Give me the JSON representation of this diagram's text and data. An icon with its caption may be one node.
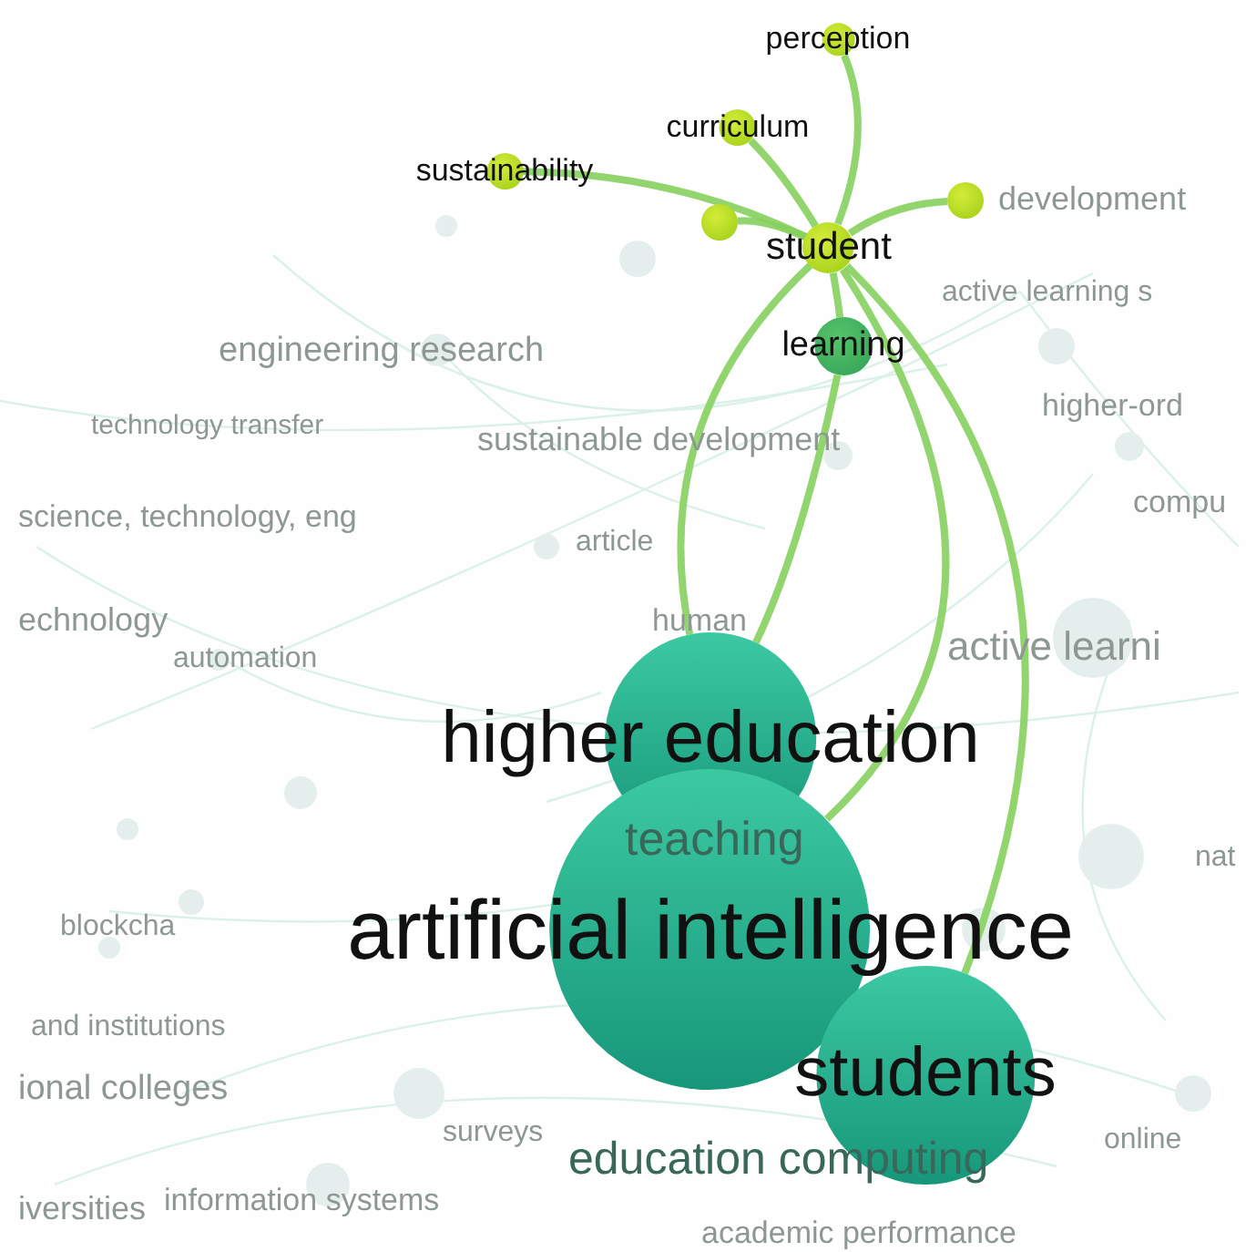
{
  "diagram": {
    "nodes": [
      {
        "text": [
          "perception"
        ]
      },
      {
        "text": [
          "curriculum"
        ]
      },
      {
        "text": [
          "sustainability"
        ]
      },
      {
        "text": [],
        "shape": "circle"
      },
      {
        "text": [
          "student"
        ]
      },
      {
        "text": [],
        "shape": "circle"
      },
      {
        "text": [
          "learning"
        ]
      },
      {
        "text": [
          "higher education"
        ]
      },
      {
        "text": [
          "artificial intelligence"
        ]
      },
      {
        "text": [
          "students"
        ]
      }
    ],
    "edges": [
      {
        "from": 4,
        "to": 0,
        "arrow": "none"
      },
      {
        "from": 4,
        "to": 1,
        "arrow": "none"
      },
      {
        "from": 4,
        "to": 2,
        "arrow": "none"
      },
      {
        "from": 4,
        "to": 3,
        "arrow": "none"
      },
      {
        "from": 4,
        "to": 5,
        "arrow": "none"
      },
      {
        "from": 4,
        "to": 6,
        "arrow": "none"
      },
      {
        "from": 4,
        "to": 7,
        "arrow": "none"
      },
      {
        "from": 6,
        "to": 7,
        "arrow": "none"
      },
      {
        "from": 4,
        "to": 8,
        "arrow": "none"
      },
      {
        "from": 4,
        "to": 9,
        "arrow": "none"
      }
    ],
    "labels": [
      "development",
      "active learning s",
      "engineering research",
      "higher-ord",
      "technology transfer",
      "sustainable development",
      "science, technology, eng",
      "compu",
      "article",
      "echnology",
      "automation",
      "human",
      "active learni",
      "teaching",
      "nat",
      "blockcha",
      "and institutions",
      "ional colleges",
      "surveys",
      "online",
      "education computing",
      "iversities",
      "information systems",
      "academic performance"
    ]
  }
}
